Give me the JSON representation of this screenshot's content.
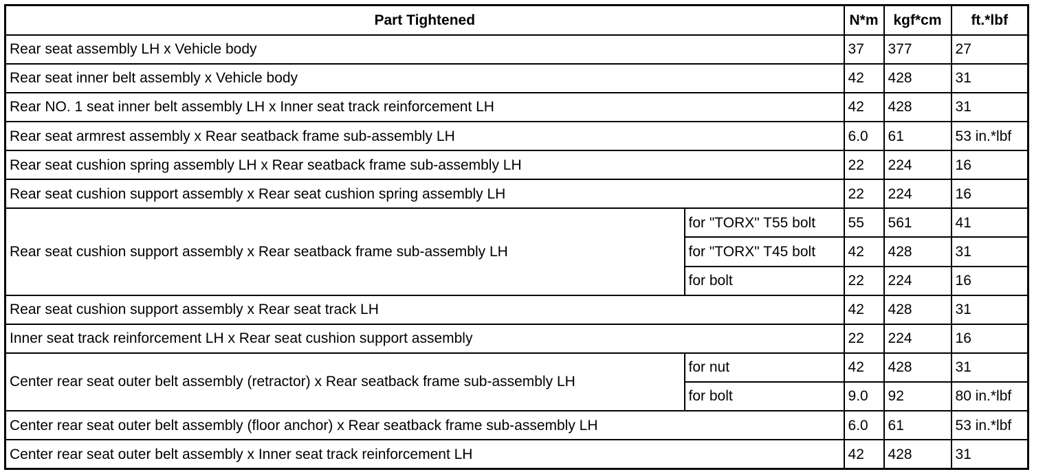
{
  "table": {
    "headers": {
      "part": "Part Tightened",
      "nm": "N*m",
      "kgfcm": "kgf*cm",
      "ftlbf": "ft.*lbf"
    },
    "rows": [
      {
        "part": "Rear seat assembly LH x Vehicle body",
        "nm": "37",
        "kgfcm": "377",
        "ftlbf": "27"
      },
      {
        "part": "Rear seat inner belt assembly x Vehicle body",
        "nm": "42",
        "kgfcm": "428",
        "ftlbf": "31"
      },
      {
        "part": "Rear NO. 1 seat inner belt assembly LH x Inner seat track reinforcement LH",
        "nm": "42",
        "kgfcm": "428",
        "ftlbf": "31"
      },
      {
        "part": "Rear seat armrest assembly x Rear seatback frame sub-assembly LH",
        "nm": "6.0",
        "kgfcm": "61",
        "ftlbf": "53 in.*lbf"
      },
      {
        "part": "Rear seat cushion spring assembly LH x Rear seatback frame sub-assembly LH",
        "nm": "22",
        "kgfcm": "224",
        "ftlbf": "16"
      },
      {
        "part": "Rear seat cushion support assembly x Rear seat cushion spring assembly LH",
        "nm": "22",
        "kgfcm": "224",
        "ftlbf": "16"
      },
      {
        "part": "Rear seat cushion support assembly x Rear seatback frame sub-assembly LH",
        "subs": [
          {
            "sub": "for \"TORX\" T55 bolt",
            "nm": "55",
            "kgfcm": "561",
            "ftlbf": "41"
          },
          {
            "sub": "for \"TORX\" T45 bolt",
            "nm": "42",
            "kgfcm": "428",
            "ftlbf": "31"
          },
          {
            "sub": "for bolt",
            "nm": "22",
            "kgfcm": "224",
            "ftlbf": "16"
          }
        ]
      },
      {
        "part": "Rear seat cushion support assembly x Rear seat track LH",
        "nm": "42",
        "kgfcm": "428",
        "ftlbf": "31"
      },
      {
        "part": "Inner seat track reinforcement LH x Rear seat cushion support assembly",
        "nm": "22",
        "kgfcm": "224",
        "ftlbf": "16"
      },
      {
        "part": "Center rear seat outer belt assembly (retractor) x Rear seatback frame sub-assembly LH",
        "subs": [
          {
            "sub": "for nut",
            "nm": "42",
            "kgfcm": "428",
            "ftlbf": "31"
          },
          {
            "sub": "for bolt",
            "nm": "9.0",
            "kgfcm": "92",
            "ftlbf": "80 in.*lbf"
          }
        ]
      },
      {
        "part": "Center rear seat outer belt assembly (floor anchor) x Rear seatback frame sub-assembly LH",
        "nm": "6.0",
        "kgfcm": "61",
        "ftlbf": "53 in.*lbf"
      },
      {
        "part": "Center rear seat outer belt assembly x Inner seat track reinforcement LH",
        "nm": "42",
        "kgfcm": "428",
        "ftlbf": "31"
      }
    ]
  }
}
